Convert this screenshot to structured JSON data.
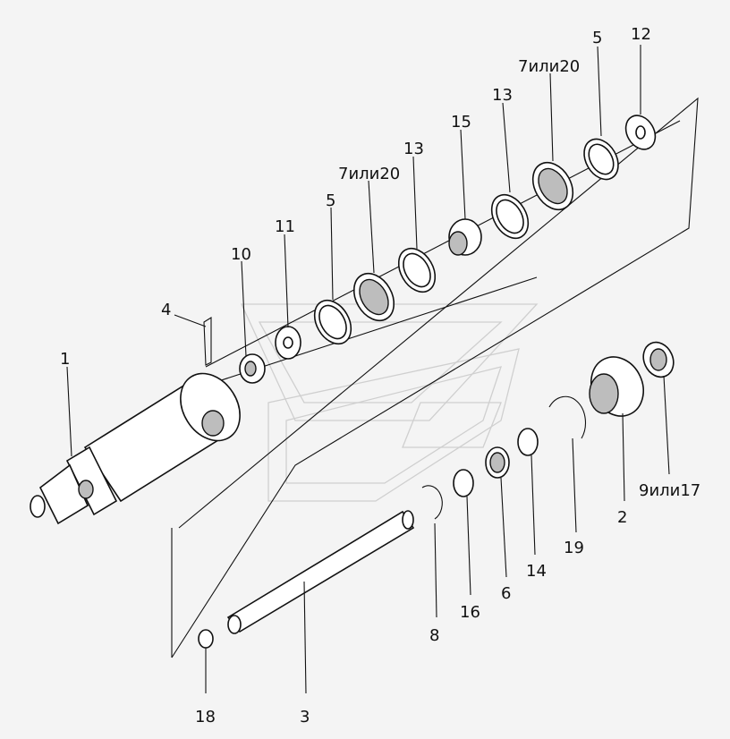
{
  "labels": {
    "l1": "1",
    "l2": "2",
    "l3": "3",
    "l4": "4",
    "l5a": "5",
    "l5b": "5",
    "l6": "6",
    "l7a": "7или20",
    "l7b": "7или20",
    "l8": "8",
    "l9": "9или17",
    "l10": "10",
    "l11": "11",
    "l12": "12",
    "l13a": "13",
    "l13b": "13",
    "l14": "14",
    "l15": "15",
    "l16": "16",
    "l18": "18",
    "l19": "19"
  }
}
